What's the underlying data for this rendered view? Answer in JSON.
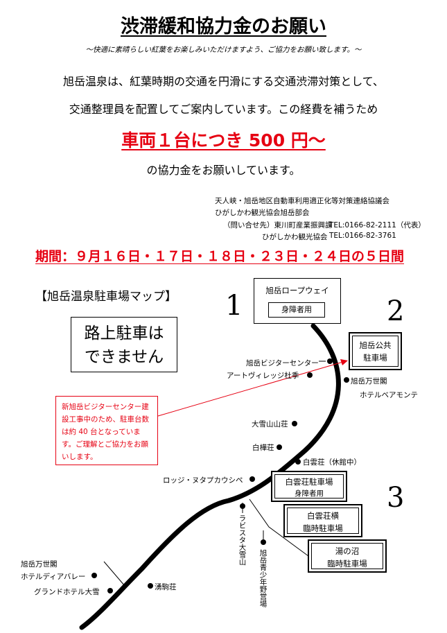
{
  "title": "渋滞緩和協力金のお願い",
  "subtitle": "～快適に素晴らしい紅葉をお楽しみいただけますよう、ご協力をお願い致します。～",
  "body_line1": "旭岳温泉は、紅葉時期の交通を円滑にする交通渋滞対策として、",
  "body_line2": "交通整理員を配置してご案内しています。この経費を補うため",
  "headline": "車両１台につき 500 円～",
  "body_line3": "の協力金をお願いしています。",
  "organizer": {
    "line1": "天人峡・旭岳地区自動車利用適正化等対策連絡協議会",
    "line2": "ひがしかわ観光協会旭岳部会",
    "contact1_label": "（問い合せ先）東川町産業振興課",
    "contact1_tel": "TEL:0166-82-2111（代表）",
    "contact2_label": "ひがしかわ観光協会",
    "contact2_tel": "TEL:0166-82-3761"
  },
  "period": "期間：９月１６日・１７日・１８日・２３日・２４日の５日間",
  "map": {
    "title": "【旭岳温泉駐車場マップ】",
    "no_parking_line1": "路上駐車は",
    "no_parking_line2": "できません",
    "num1": "1",
    "num2": "2",
    "num3": "3",
    "ropeway": "旭岳ロープウェイ",
    "ropeway_sub": "身障者用",
    "public_parking_line1": "旭岳公共",
    "public_parking_line2": "駐車場",
    "visitor_center": "旭岳ビジターセンター",
    "art_village": "アートヴィレッジ杜季",
    "manseikaku_line1": "旭岳万世閣",
    "manseikaku_line2": "ホテルベアモンテ",
    "notice": "新旭岳ビジターセンター建設工事中のため、駐車台数は約 40 台となっています。ご理解とご協力をお願いします。",
    "daisetsu_sanso": "大雪山山荘",
    "shirakaba_so": "白樺荘",
    "hakuun_so": "白雲荘（休館中）",
    "lodge": "ロッジ・ヌタプカウシペ",
    "hakuun_parking_line1": "白雲荘駐車場",
    "hakuun_parking_line2": "身障者用",
    "hakuun_temp_line1": "白雲荘横",
    "hakuun_temp_line2": "臨時駐車場",
    "lapista": "ラビスタ大雪山",
    "youth_camp": "旭岳青少年野営場",
    "yunonuma_line1": "湯の沼",
    "yunonuma_line2": "臨時駐車場",
    "hotel_dear_line1": "旭岳万世閣",
    "hotel_dear_line2": "ホテルディアバレー",
    "grand_hotel": "グランドホテル大雪",
    "yukoma_so": "湧駒荘"
  }
}
